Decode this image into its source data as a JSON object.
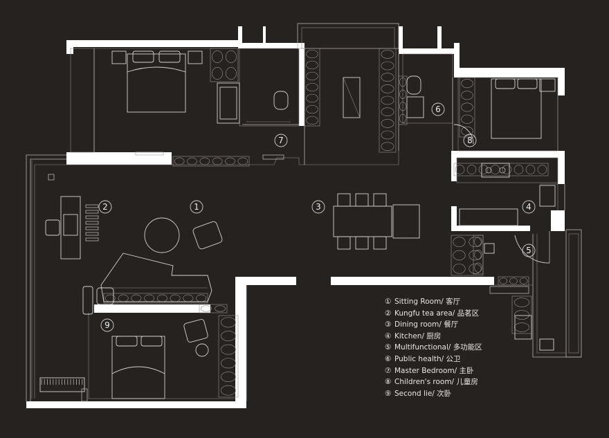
{
  "plan": {
    "rooms": [
      {
        "num": "①",
        "name": "Sitting Room/ 客厅"
      },
      {
        "num": "②",
        "name": "Kungfu tea area/ 品茗区"
      },
      {
        "num": "③",
        "name": "Dining room/ 餐厅"
      },
      {
        "num": "④",
        "name": "Kitchen/ 厨房"
      },
      {
        "num": "⑤",
        "name": "Multifunctional/ 多功能区"
      },
      {
        "num": "⑥",
        "name": "Public health/ 公卫"
      },
      {
        "num": "⑦",
        "name": "Master Bedroom/ 主卧"
      },
      {
        "num": "⑧",
        "name": "Children's room/ 儿童房"
      },
      {
        "num": "⑨",
        "name": "Second lie/ 次卧"
      }
    ],
    "markers": {
      "m1": "1",
      "m2": "2",
      "m3": "3",
      "m4": "4",
      "m5": "5",
      "m6": "6",
      "m7": "7",
      "m8": "8",
      "m9": "9"
    },
    "colors": {
      "background": "#262220",
      "walls": "#ffffff",
      "lines": "#b9b5b0"
    }
  }
}
